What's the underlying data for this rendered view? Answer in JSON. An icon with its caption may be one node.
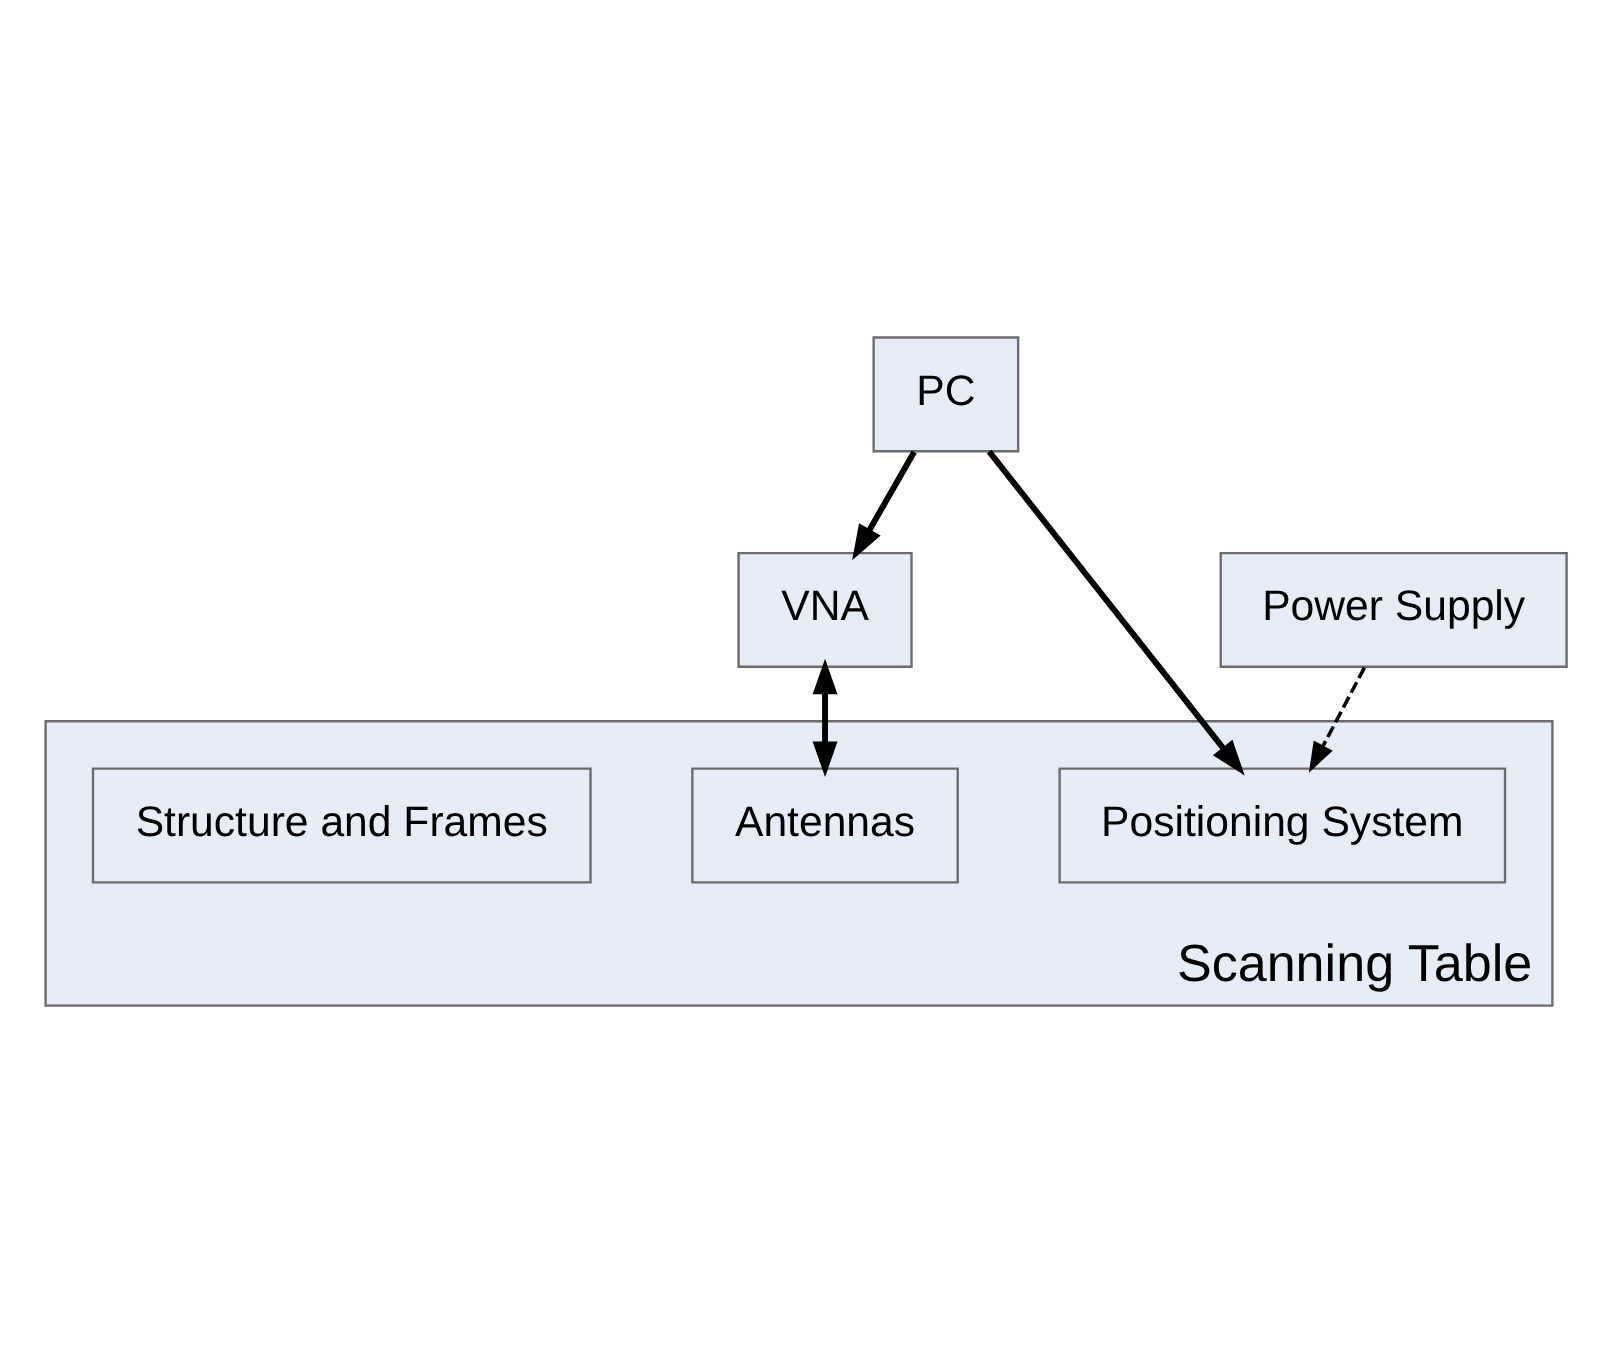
{
  "diagram": {
    "nodes": [
      {
        "text": [
          "PC"
        ]
      },
      {
        "text": [
          "VNA"
        ]
      },
      {
        "text": [
          "Power Supply"
        ]
      },
      {
        "text": [
          "Scanning Table"
        ]
      },
      {
        "text": [
          "Positioning System"
        ],
        "in": 3
      },
      {
        "text": [
          "Antennas"
        ],
        "in": 3
      },
      {
        "text": [
          "Structure and Frames"
        ],
        "in": 3
      }
    ],
    "edges": [
      {
        "from": 0,
        "to": 1,
        "arrow": "to"
      },
      {
        "from": 0,
        "to": 4,
        "arrow": "to"
      },
      {
        "from": 2,
        "to": 4,
        "arrow": "to",
        "style": "dashed"
      },
      {
        "from": 1,
        "to": 5,
        "arrow": "both"
      }
    ]
  }
}
